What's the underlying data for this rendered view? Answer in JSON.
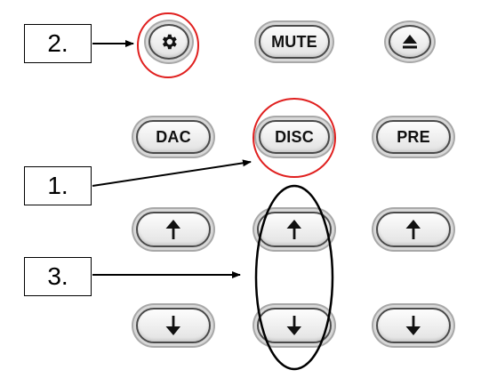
{
  "buttons": {
    "settings": {
      "icon": "gear-icon"
    },
    "mute": {
      "label": "MUTE"
    },
    "eject": {
      "icon": "eject-icon"
    },
    "dac": {
      "label": "DAC"
    },
    "disc": {
      "label": "DISC"
    },
    "pre": {
      "label": "PRE"
    },
    "up": {
      "icon": "arrow-up-icon"
    },
    "down": {
      "icon": "arrow-down-icon"
    }
  },
  "annotations": {
    "step1": "1.",
    "step2": "2.",
    "step3": "3.",
    "highlight_color": "#e0201f",
    "group_color": "#000000"
  }
}
